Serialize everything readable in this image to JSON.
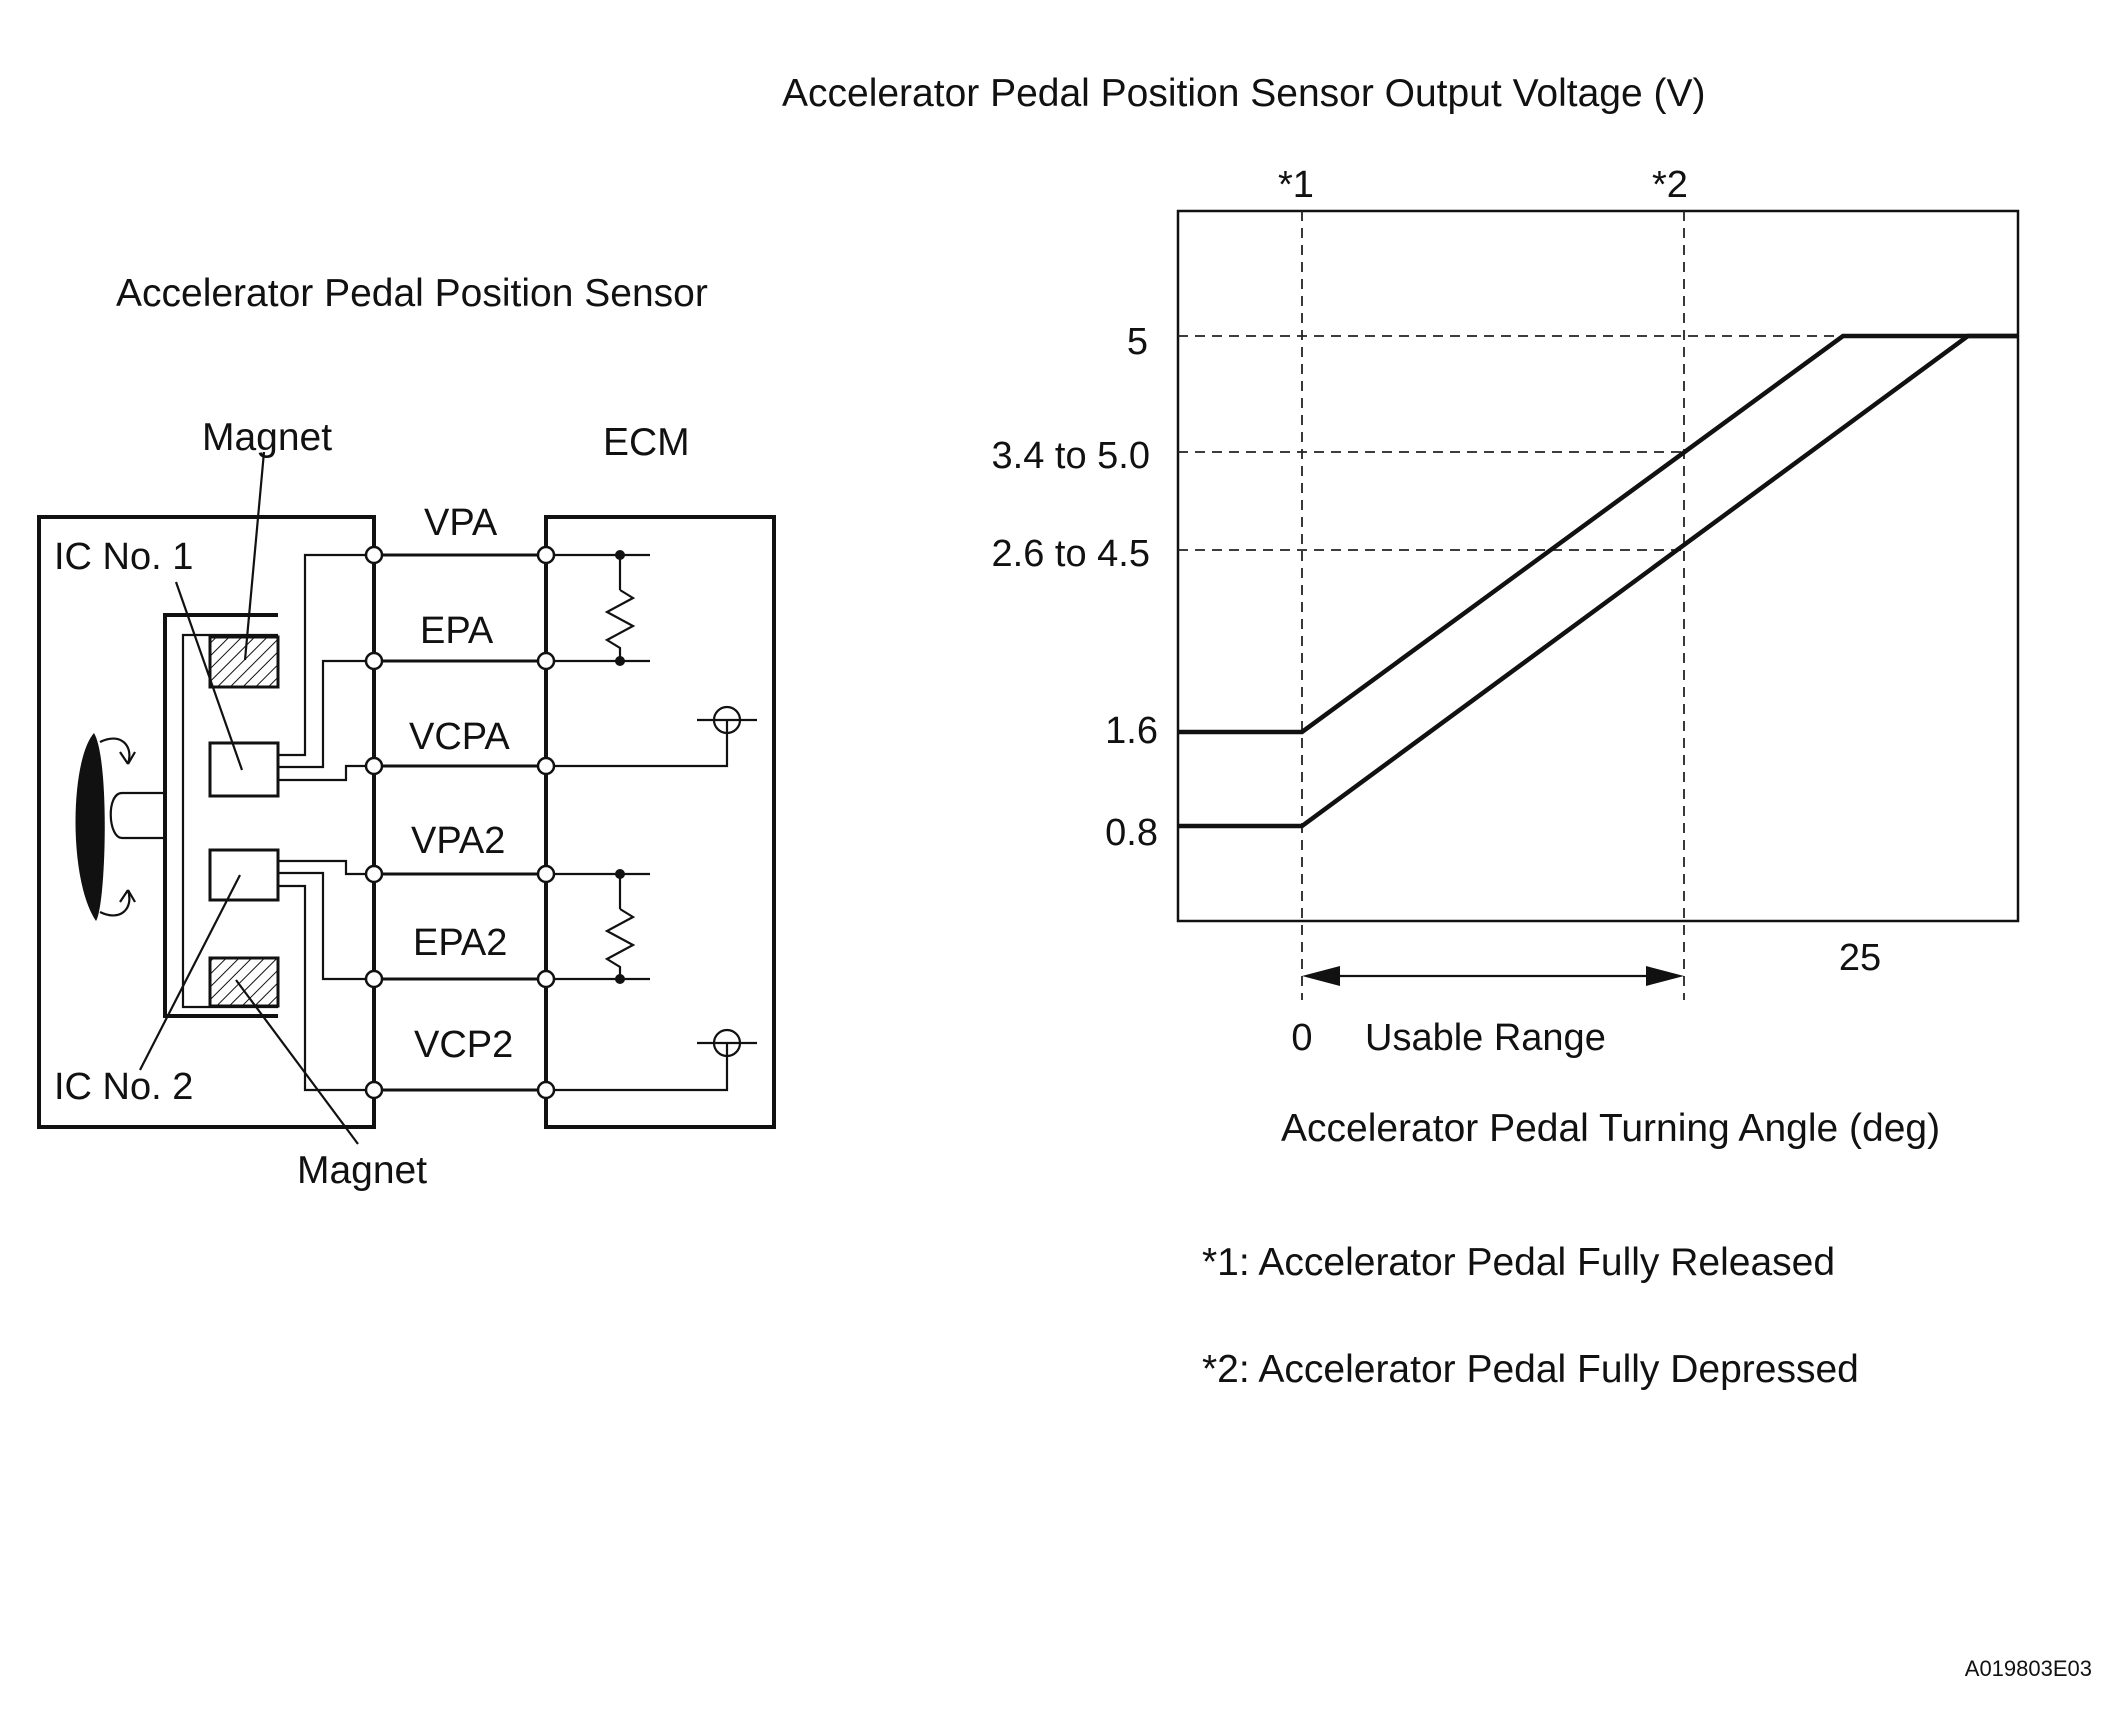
{
  "circuit": {
    "title": "Accelerator Pedal Position Sensor",
    "ecm_label": "ECM",
    "magnet_top_label": "Magnet",
    "magnet_bottom_label": "Magnet",
    "ic1_label": "IC No. 1",
    "ic2_label": "IC No. 2",
    "terminals": [
      "VPA",
      "EPA",
      "VCPA",
      "VPA2",
      "EPA2",
      "VCP2"
    ]
  },
  "graph": {
    "title": "Accelerator Pedal Position Sensor Output Voltage (V)",
    "marker1": "*1",
    "marker2": "*2",
    "y_ticks": [
      "5",
      "3.4 to 5.0",
      "2.6 to 4.5",
      "1.6",
      "0.8"
    ],
    "x_tick_zero": "0",
    "x_tick_end": "25",
    "usable_range_label": "Usable Range",
    "x_axis_label": "Accelerator Pedal Turning Angle (deg)"
  },
  "notes": {
    "note1": "*1: Accelerator Pedal Fully Released",
    "note2": "*2: Accelerator Pedal Fully Depressed"
  },
  "figure_code": "A019803E03"
}
